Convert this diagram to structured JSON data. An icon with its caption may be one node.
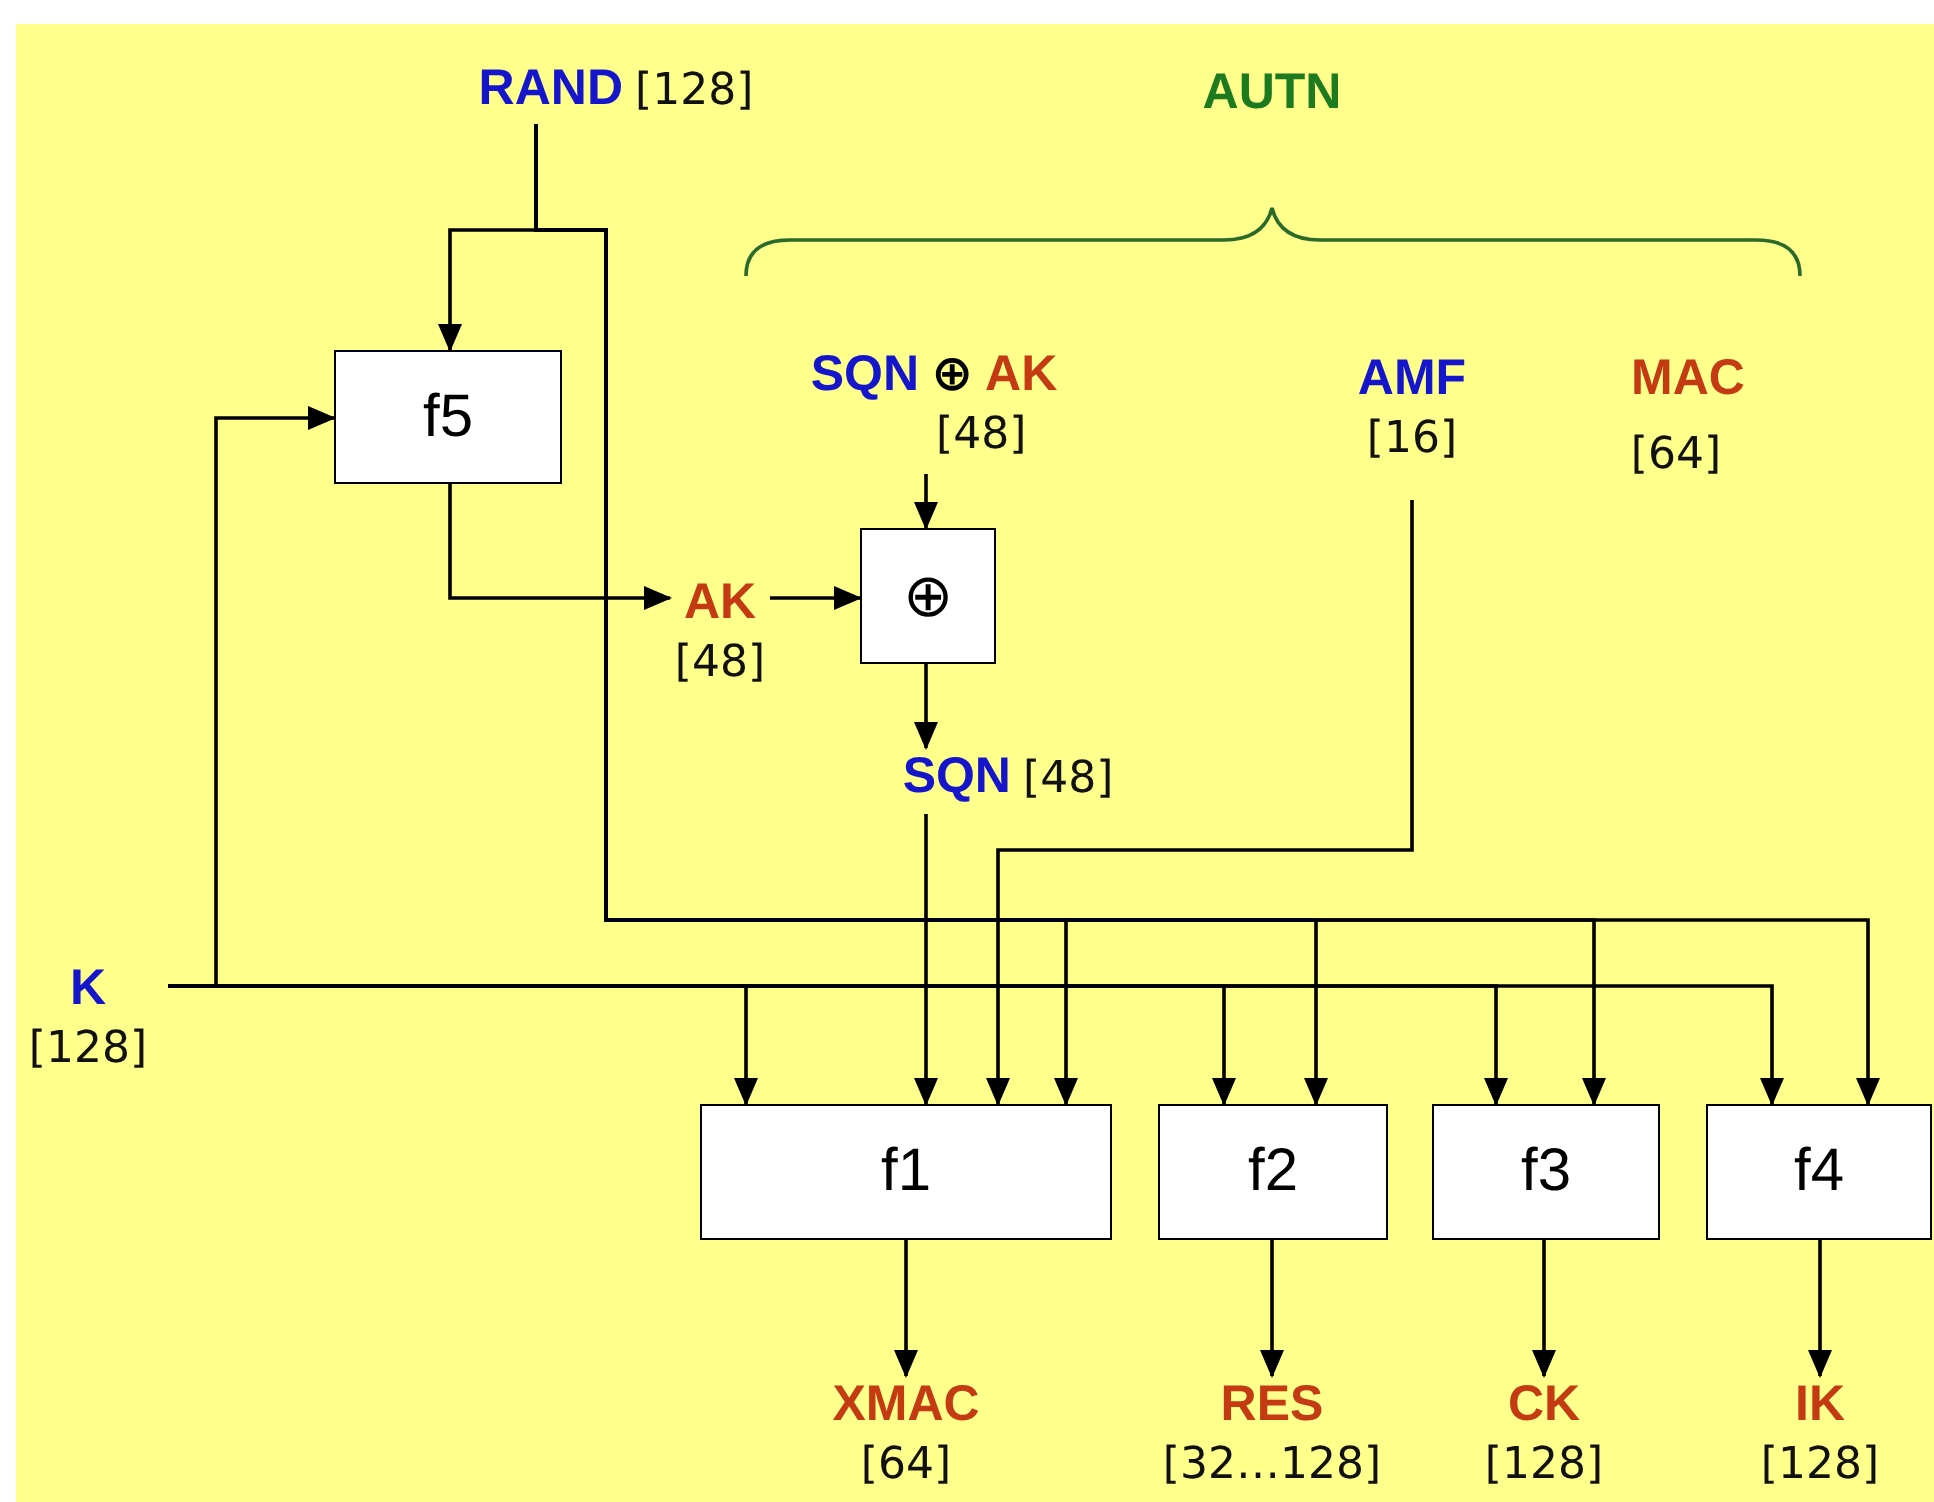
{
  "diagram": {
    "nodes": [
      {
        "text": [
          "RAND",
          "[128]"
        ]
      },
      {
        "text": [
          "f5"
        ]
      },
      {
        "text": [
          "SQN",
          "⊕",
          "AK",
          "[48]"
        ]
      },
      {
        "text": [
          "AMF",
          "[16]"
        ]
      },
      {
        "text": [
          "⊕"
        ]
      },
      {
        "text": [
          "AK",
          "[48]"
        ]
      },
      {
        "text": [
          "SQN",
          "[48]"
        ]
      },
      {
        "text": [
          "K",
          "[128]"
        ]
      },
      {
        "text": [
          "f1"
        ]
      },
      {
        "text": [
          "f2"
        ]
      },
      {
        "text": [
          "f3"
        ]
      },
      {
        "text": [
          "f4"
        ]
      },
      {
        "text": [
          "XMAC",
          "[64]"
        ]
      },
      {
        "text": [
          "RES",
          "[32…128]"
        ]
      },
      {
        "text": [
          "CK",
          "[128]"
        ]
      },
      {
        "text": [
          "IK",
          "[128]"
        ]
      }
    ],
    "edges": [
      {
        "from": 0,
        "to": 1,
        "arrow": "to"
      },
      {
        "from": 0,
        "to": 8,
        "arrow": "to"
      },
      {
        "from": 0,
        "to": 9,
        "arrow": "to"
      },
      {
        "from": 0,
        "to": 10,
        "arrow": "to"
      },
      {
        "from": 0,
        "to": 11,
        "arrow": "to"
      },
      {
        "from": 7,
        "to": 1,
        "arrow": "to"
      },
      {
        "from": 7,
        "to": 8,
        "arrow": "to"
      },
      {
        "from": 7,
        "to": 9,
        "arrow": "to"
      },
      {
        "from": 7,
        "to": 10,
        "arrow": "to"
      },
      {
        "from": 7,
        "to": 11,
        "arrow": "to"
      },
      {
        "from": 1,
        "to": 5,
        "arrow": "to"
      },
      {
        "from": 5,
        "to": 4,
        "arrow": "to"
      },
      {
        "from": 2,
        "to": 4,
        "arrow": "to"
      },
      {
        "from": 4,
        "to": 6,
        "arrow": "to"
      },
      {
        "from": 6,
        "to": 8,
        "arrow": "to"
      },
      {
        "from": 3,
        "to": 8,
        "arrow": "to"
      },
      {
        "from": 8,
        "to": 12,
        "arrow": "to"
      },
      {
        "from": 9,
        "to": 13,
        "arrow": "to"
      },
      {
        "from": 10,
        "to": 14,
        "arrow": "to"
      },
      {
        "from": 11,
        "to": 15,
        "arrow": "to"
      }
    ],
    "labels": [
      "AUTN",
      "MAC",
      "[64]"
    ]
  }
}
